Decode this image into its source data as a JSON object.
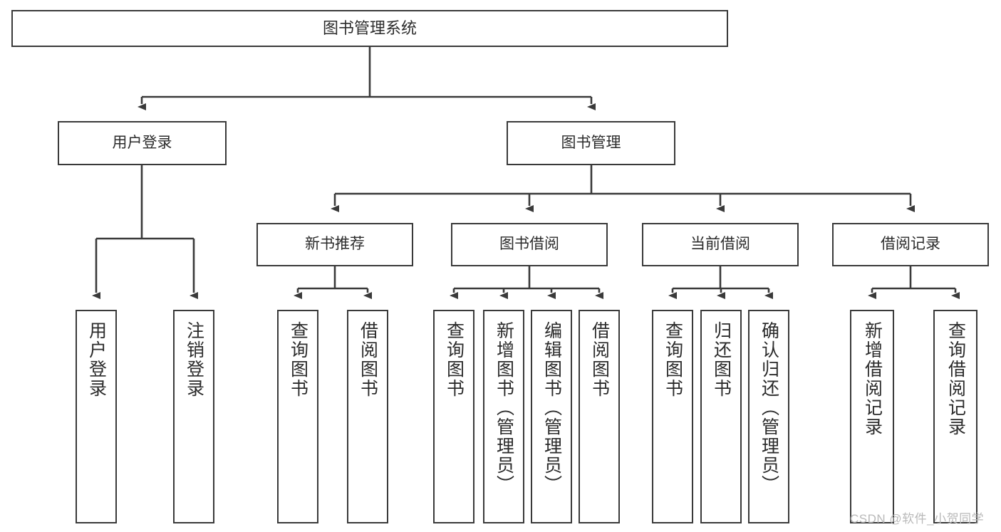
{
  "diagram": {
    "title": "图书管理系统",
    "type": "hierarchy-tree",
    "background_color": "#ffffff",
    "border_color": "#3a3a3a",
    "text_color": "#2b2b2b",
    "levels": 4
  },
  "nodes": {
    "root": {
      "label": "图书管理系统"
    },
    "level2": [
      {
        "label": "用户登录"
      },
      {
        "label": "图书管理"
      }
    ],
    "level3": [
      {
        "label": "新书推荐"
      },
      {
        "label": "图书借阅"
      },
      {
        "label": "当前借阅"
      },
      {
        "label": "借阅记录"
      }
    ],
    "leaves_user_login": [
      {
        "label": "用户登录"
      },
      {
        "label": "注销登录"
      }
    ],
    "leaves_new_books": [
      {
        "label": "查询图书"
      },
      {
        "label": "借阅图书"
      }
    ],
    "leaves_borrow": [
      {
        "label": "查询图书"
      },
      {
        "label": "新增图书（管理员）"
      },
      {
        "label": "编辑图书（管理员）"
      },
      {
        "label": "借阅图书"
      }
    ],
    "leaves_current": [
      {
        "label": "查询图书"
      },
      {
        "label": "归还图书"
      },
      {
        "label": "确认归还（管理员）"
      }
    ],
    "leaves_records": [
      {
        "label": "新增借阅记录"
      },
      {
        "label": "查询借阅记录"
      }
    ]
  },
  "watermark": {
    "text": "CSDN @软件_小贺同学",
    "color": "#b9b9b9"
  }
}
